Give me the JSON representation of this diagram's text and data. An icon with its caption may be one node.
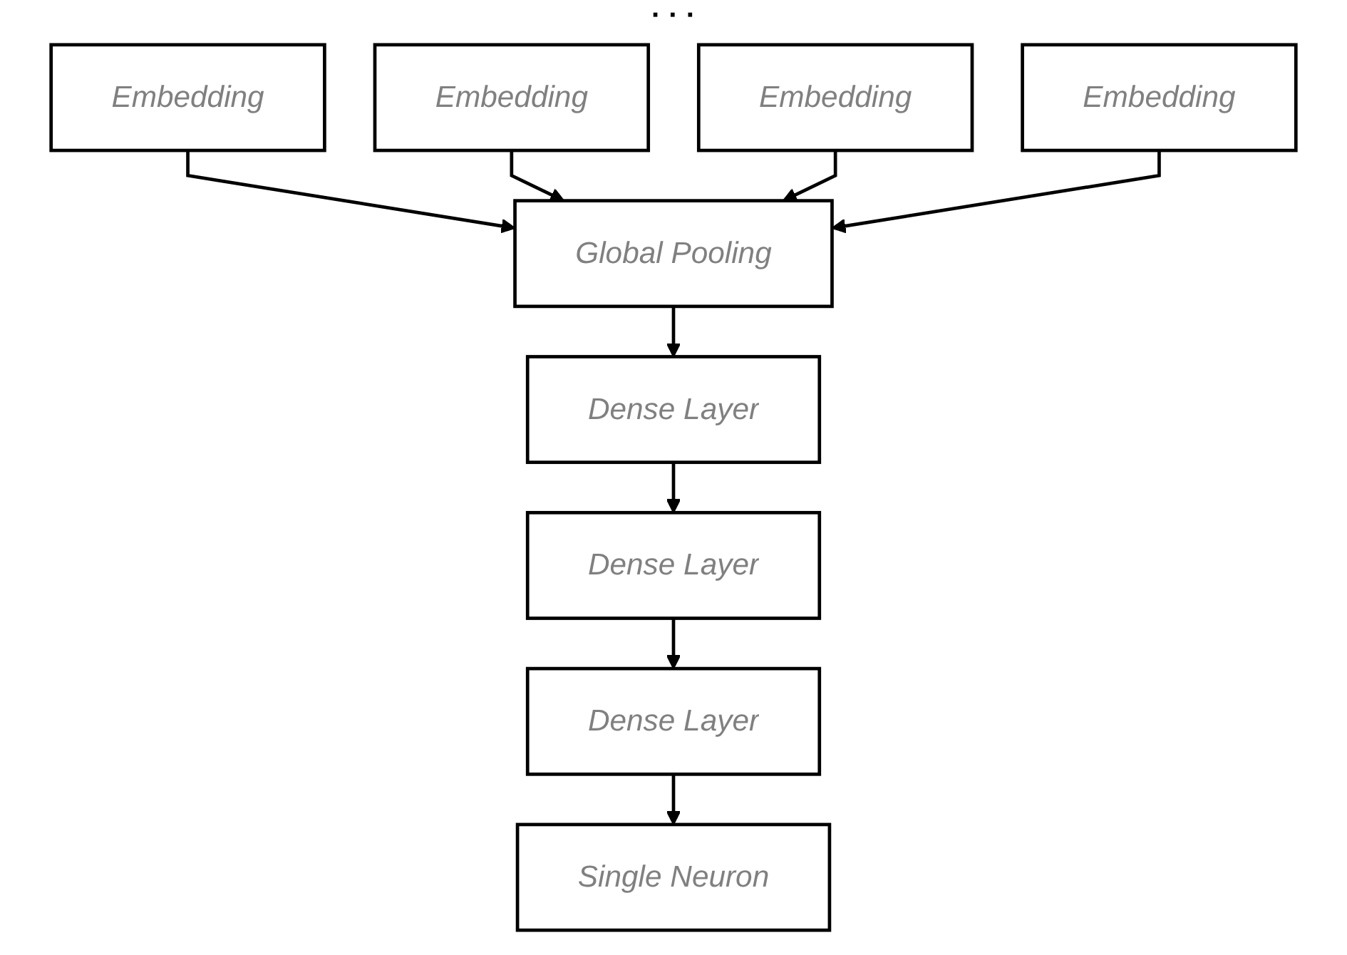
{
  "diagram": {
    "nodes": [
      {
        "text": [
          "Embedding"
        ]
      },
      {
        "text": [
          "Embedding"
        ]
      },
      {
        "text": [
          "Embedding"
        ]
      },
      {
        "text": [
          "Embedding"
        ]
      },
      {
        "text": [
          "Global Pooling"
        ]
      },
      {
        "text": [
          "Dense Layer"
        ]
      },
      {
        "text": [
          "Dense Layer"
        ]
      },
      {
        "text": [
          "Dense Layer"
        ]
      },
      {
        "text": [
          "Single Neuron"
        ]
      }
    ],
    "edges": [
      {
        "from": 0,
        "to": 4,
        "arrow": "to"
      },
      {
        "from": 1,
        "to": 4,
        "arrow": "to"
      },
      {
        "from": 2,
        "to": 4,
        "arrow": "to"
      },
      {
        "from": 3,
        "to": 4,
        "arrow": "to"
      },
      {
        "from": 4,
        "to": 5,
        "arrow": "to"
      },
      {
        "from": 5,
        "to": 6,
        "arrow": "to"
      },
      {
        "from": 6,
        "to": 7,
        "arrow": "to"
      },
      {
        "from": 7,
        "to": 8,
        "arrow": "to"
      }
    ],
    "labels": [
      "· · ·"
    ]
  }
}
